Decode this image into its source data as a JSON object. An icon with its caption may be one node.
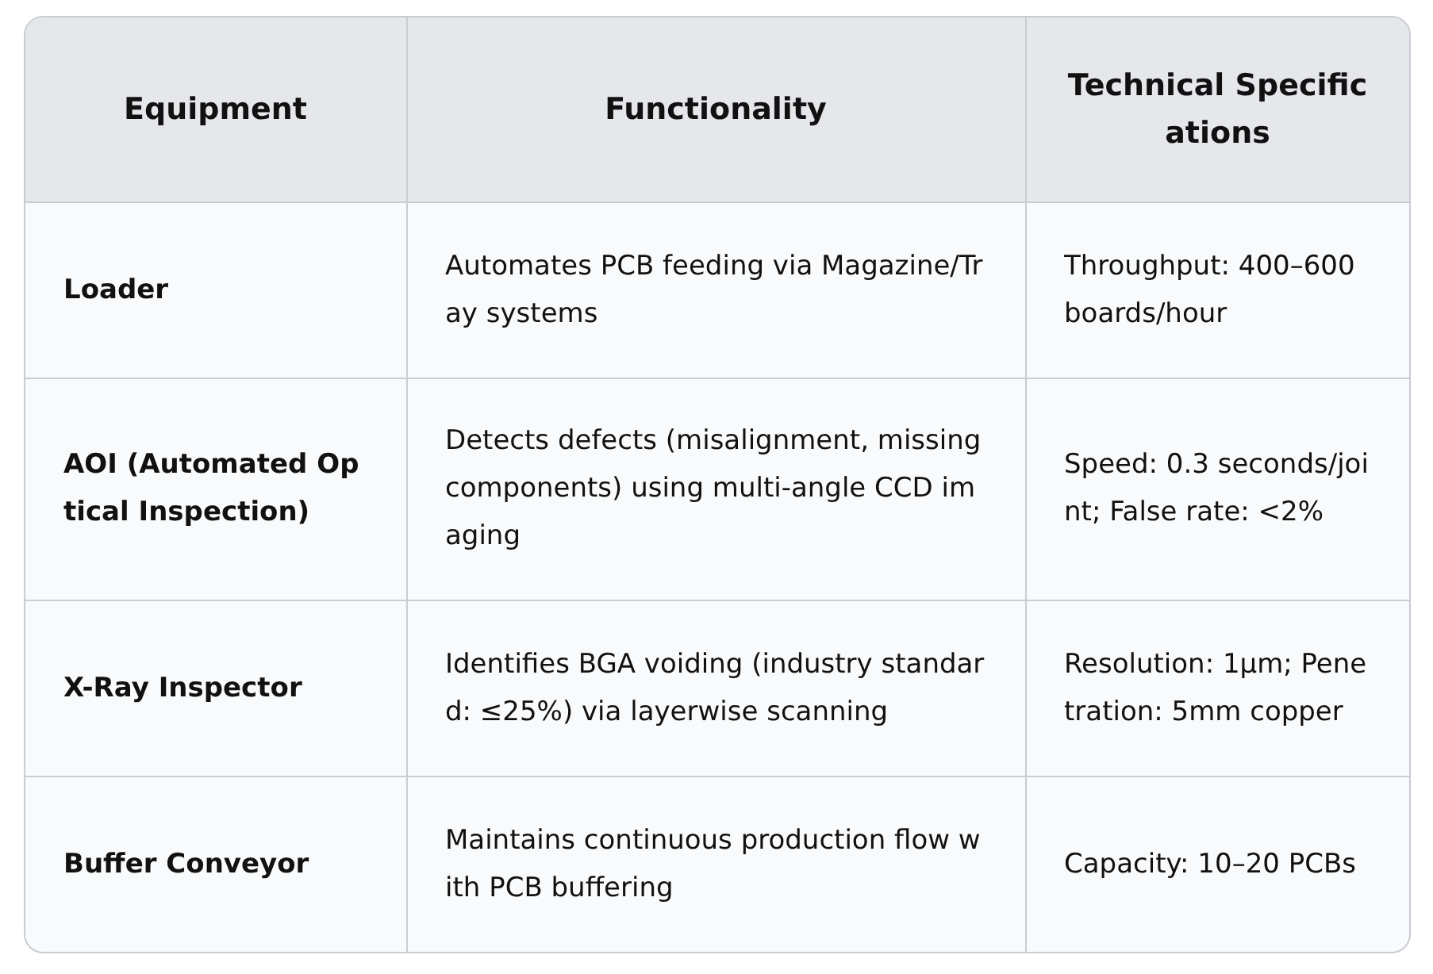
{
  "diagram": {
    "labels": [
      "Equipment",
      "Functionality",
      "Technical Specifications",
      "Loader",
      "Automates PCB feeding via Magazine/Tray systems",
      "Throughput: 400–600 boards/hour",
      "AOI (Automated Optical Inspection)",
      "Detects defects (misalignment, missing components) using multi-angle CCD imaging",
      "Speed: 0.3 seconds/joint; False rate: <2%",
      "X-Ray Inspector",
      "Identifies BGA voiding (industry standard: ≤25%) via layerwise scanning",
      "Resolution: 1μm; Penetration: 5mm copper",
      "Buffer Conveyor",
      "Maintains continuous production flow with PCB buffering",
      "Capacity: 10–20 PCBs"
    ]
  }
}
